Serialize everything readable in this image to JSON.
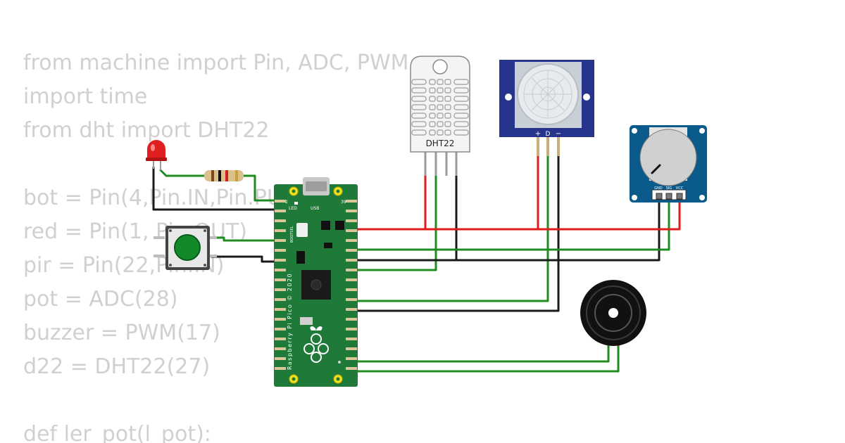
{
  "code_lines": [
    "from machine import Pin, ADC, PWM",
    "import time",
    "from dht import DHT22",
    "",
    "bot = Pin(4,Pin.IN,Pin.PULL_UP)",
    "red = Pin(1, Pin.OUT)",
    "pir = Pin(22,Pin.IN)",
    "pot = ADC(28)",
    "buzzer = PWM(17)",
    "d22 = DHT22(27)",
    "",
    "def ler_pot(l_pot):"
  ],
  "board": {
    "led_label": "LED",
    "usb_label": "USB",
    "bootsel_label": "BOOTSEL",
    "pin_left_top": "2",
    "pin_right_top": "39",
    "name_label": "Raspberry Pi Pico © 2020"
  },
  "dht": {
    "label": "DHT22"
  },
  "pir": {
    "plus": "+",
    "d": "D",
    "minus": "−"
  },
  "pot": {
    "gnd": "GND",
    "sig": "SIG",
    "vcc": "VCC"
  },
  "colors": {
    "code_text": "#d0d0d0",
    "pcb_green": "#1f7a3a",
    "wire_red": "#e01b1b",
    "wire_green": "#1e8c1e",
    "wire_black": "#1a1a1a",
    "pir_blue": "#27348b",
    "pot_blue": "#0b5a8c",
    "button_green": "#138a2a"
  }
}
